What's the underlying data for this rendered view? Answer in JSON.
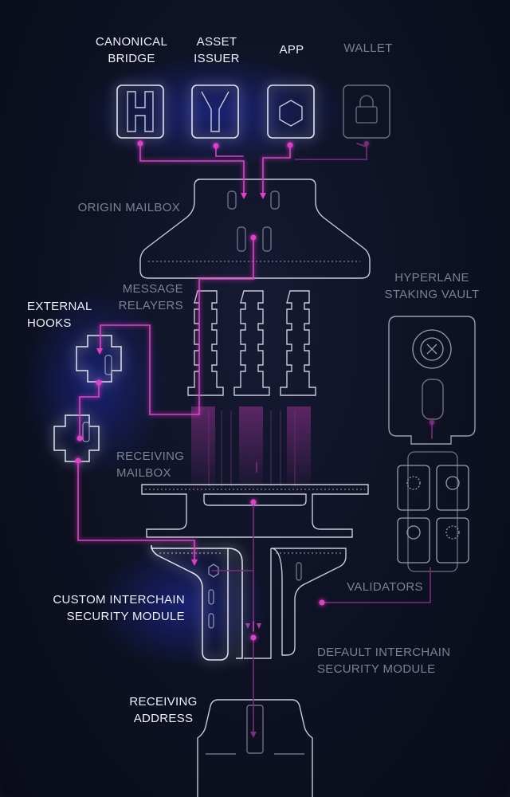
{
  "labels": {
    "canonical_bridge": "CANONICAL\nBRIDGE",
    "asset_issuer": "ASSET\nISSUER",
    "app": "APP",
    "wallet": "WALLET",
    "origin_mailbox": "ORIGIN MAILBOX",
    "message_relayers": "MESSAGE\nRELAYERS",
    "hyperlane_staking_vault": "HYPERLANE\nSTAKING VAULT",
    "external_hooks": "EXTERNAL\nHOOKS",
    "receiving_mailbox": "RECEIVING\nMAILBOX",
    "validators": "VALIDATORS",
    "custom_ism": "CUSTOM INTERCHAIN\nSECURITY MODULE",
    "default_ism": "DEFAULT INTERCHAIN\nSECURITY MODULE",
    "receiving_address": "RECEIVING\nADDRESS"
  },
  "colors": {
    "background": "#0d1122",
    "outline": "#c9cbd6",
    "outline_dim": "#6c7082",
    "accent": "#e040c8",
    "accent_dim": "#7a2f7a",
    "glow": "#3a4cff"
  },
  "icons": {
    "canonical_bridge": "bridge-h-icon",
    "asset_issuer": "fork-icon",
    "app": "hexagon-icon",
    "wallet": "lock-icon",
    "staking_vault": "coin-icon"
  }
}
